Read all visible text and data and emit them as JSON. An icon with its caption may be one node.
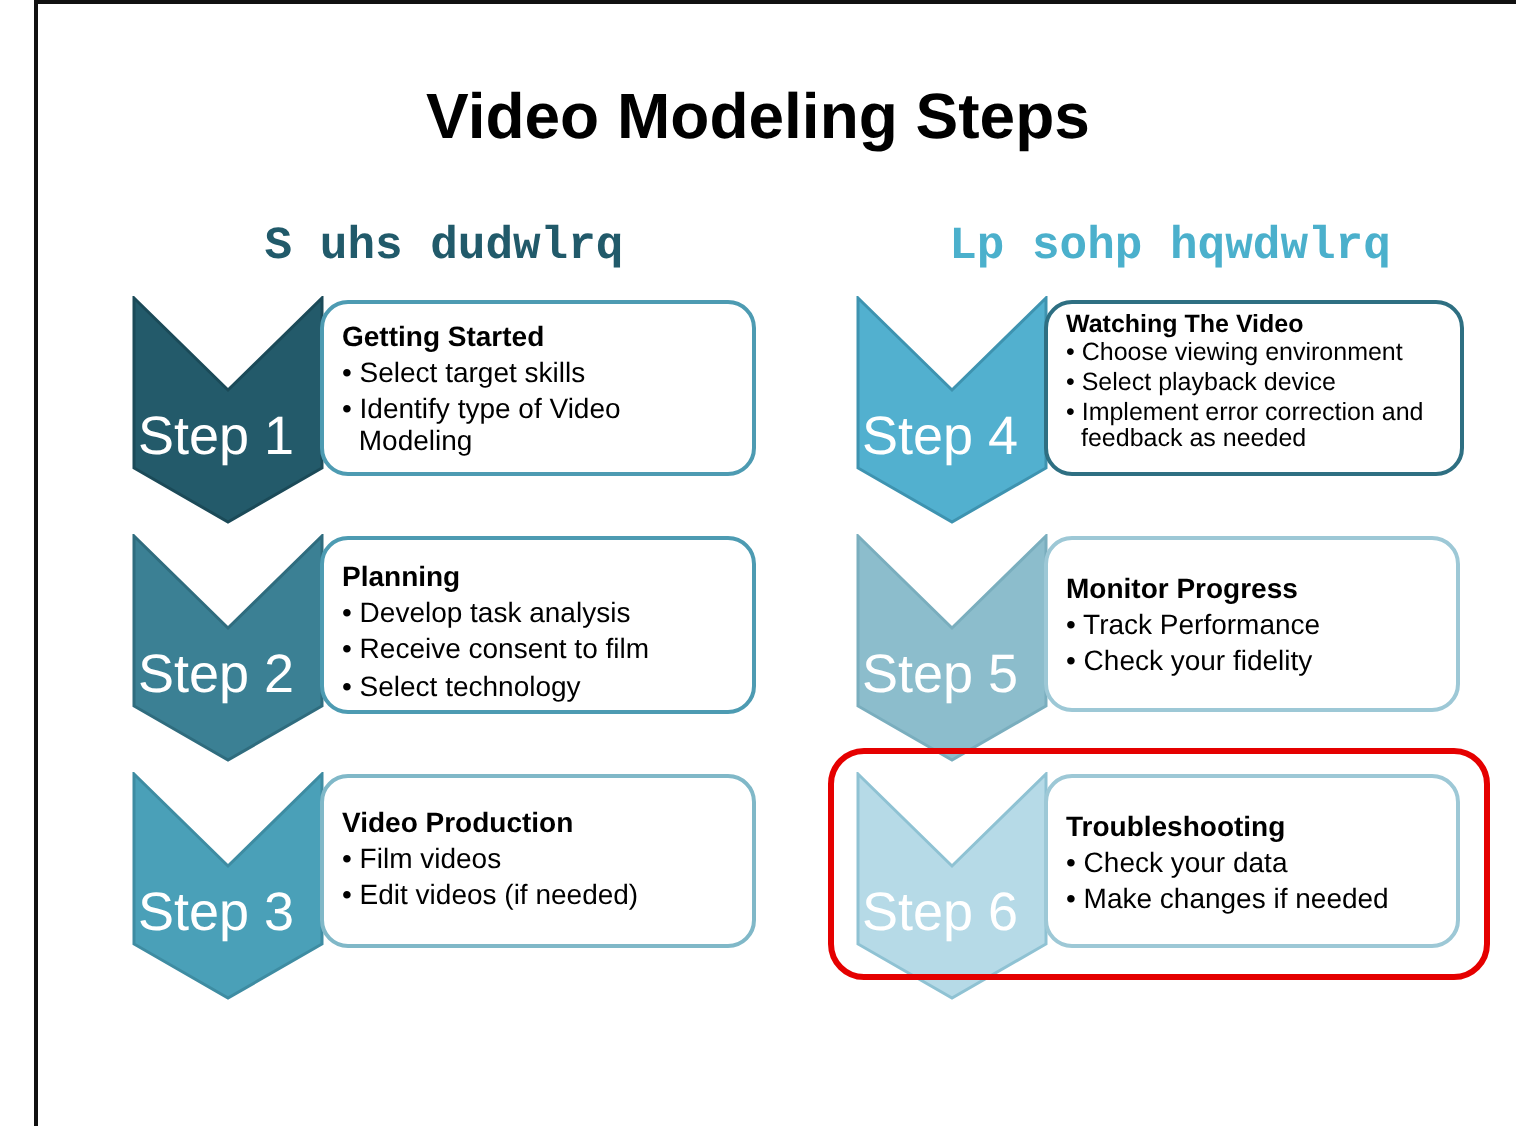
{
  "diagram": {
    "title": "Video Modeling Steps",
    "nodes": [
      {
        "text": [
          "Step 1"
        ]
      },
      {
        "text": [
          "Getting Started",
          "• Select target skills",
          "• Identify type of Video Modeling"
        ]
      },
      {
        "text": [
          "Step 2"
        ]
      },
      {
        "text": [
          "Planning",
          "• Develop task analysis",
          "• Receive consent to film",
          "• Select technology"
        ]
      },
      {
        "text": [
          "Step 3"
        ]
      },
      {
        "text": [
          "Video Production",
          "• Film videos",
          "• Edit videos (if needed)"
        ]
      },
      {
        "text": [
          "Step 4"
        ]
      },
      {
        "text": [
          "Watching The Video",
          "• Choose viewing environment",
          "• Select playback device",
          "• Implement error correction and feedback as needed"
        ]
      },
      {
        "text": [
          "Step 5"
        ]
      },
      {
        "text": [
          "Monitor Progress",
          "• Track Performance",
          "• Check your fidelity"
        ]
      },
      {
        "text": [
          "Step 6"
        ]
      },
      {
        "text": [
          "Troubleshooting",
          "• Check your data",
          "• Make changes if needed"
        ]
      }
    ],
    "labels": [
      "S uhs dudwlrq",
      "Lp sohp hqwdwlrq"
    ]
  }
}
